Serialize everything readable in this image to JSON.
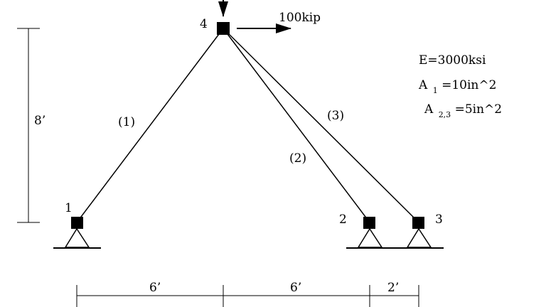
{
  "nodes": [
    {
      "id": "1",
      "label": "1"
    },
    {
      "id": "2",
      "label": "2"
    },
    {
      "id": "3",
      "label": "3"
    },
    {
      "id": "4",
      "label": "4"
    }
  ],
  "members": [
    {
      "label": "(1)"
    },
    {
      "label": "(2)"
    },
    {
      "label": "(3)"
    }
  ],
  "load": {
    "horizontal": "100kip"
  },
  "dimensions": {
    "height": "8’",
    "spans": [
      "6’",
      "6’",
      "2’"
    ]
  },
  "properties": {
    "E": "E=3000ksi",
    "A1_prefix": "A",
    "A1_sub": "1",
    "A1_suffix": "=10in^2",
    "A23_prefix": "A",
    "A23_sub": "2,3",
    "A23_suffix": "=5in^2"
  },
  "colors": {
    "ink": "#000000",
    "background": "#ffffff"
  }
}
